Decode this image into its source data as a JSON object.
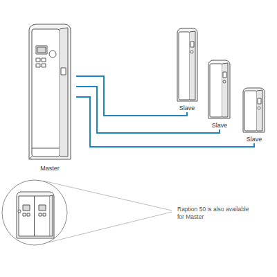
{
  "diagram": {
    "nodes": [
      {
        "text": [
          "Master"
        ]
      },
      {
        "text": [
          "Slave"
        ]
      },
      {
        "text": [
          "Slave"
        ]
      },
      {
        "text": [
          "Slave"
        ]
      }
    ],
    "edges": [
      {
        "from": 0,
        "to": 1,
        "arrow": "none"
      },
      {
        "from": 0,
        "to": 2,
        "arrow": "none"
      },
      {
        "from": 0,
        "to": 3,
        "arrow": "none"
      }
    ],
    "labels": [
      "Raption 50 is also available for Master"
    ]
  }
}
